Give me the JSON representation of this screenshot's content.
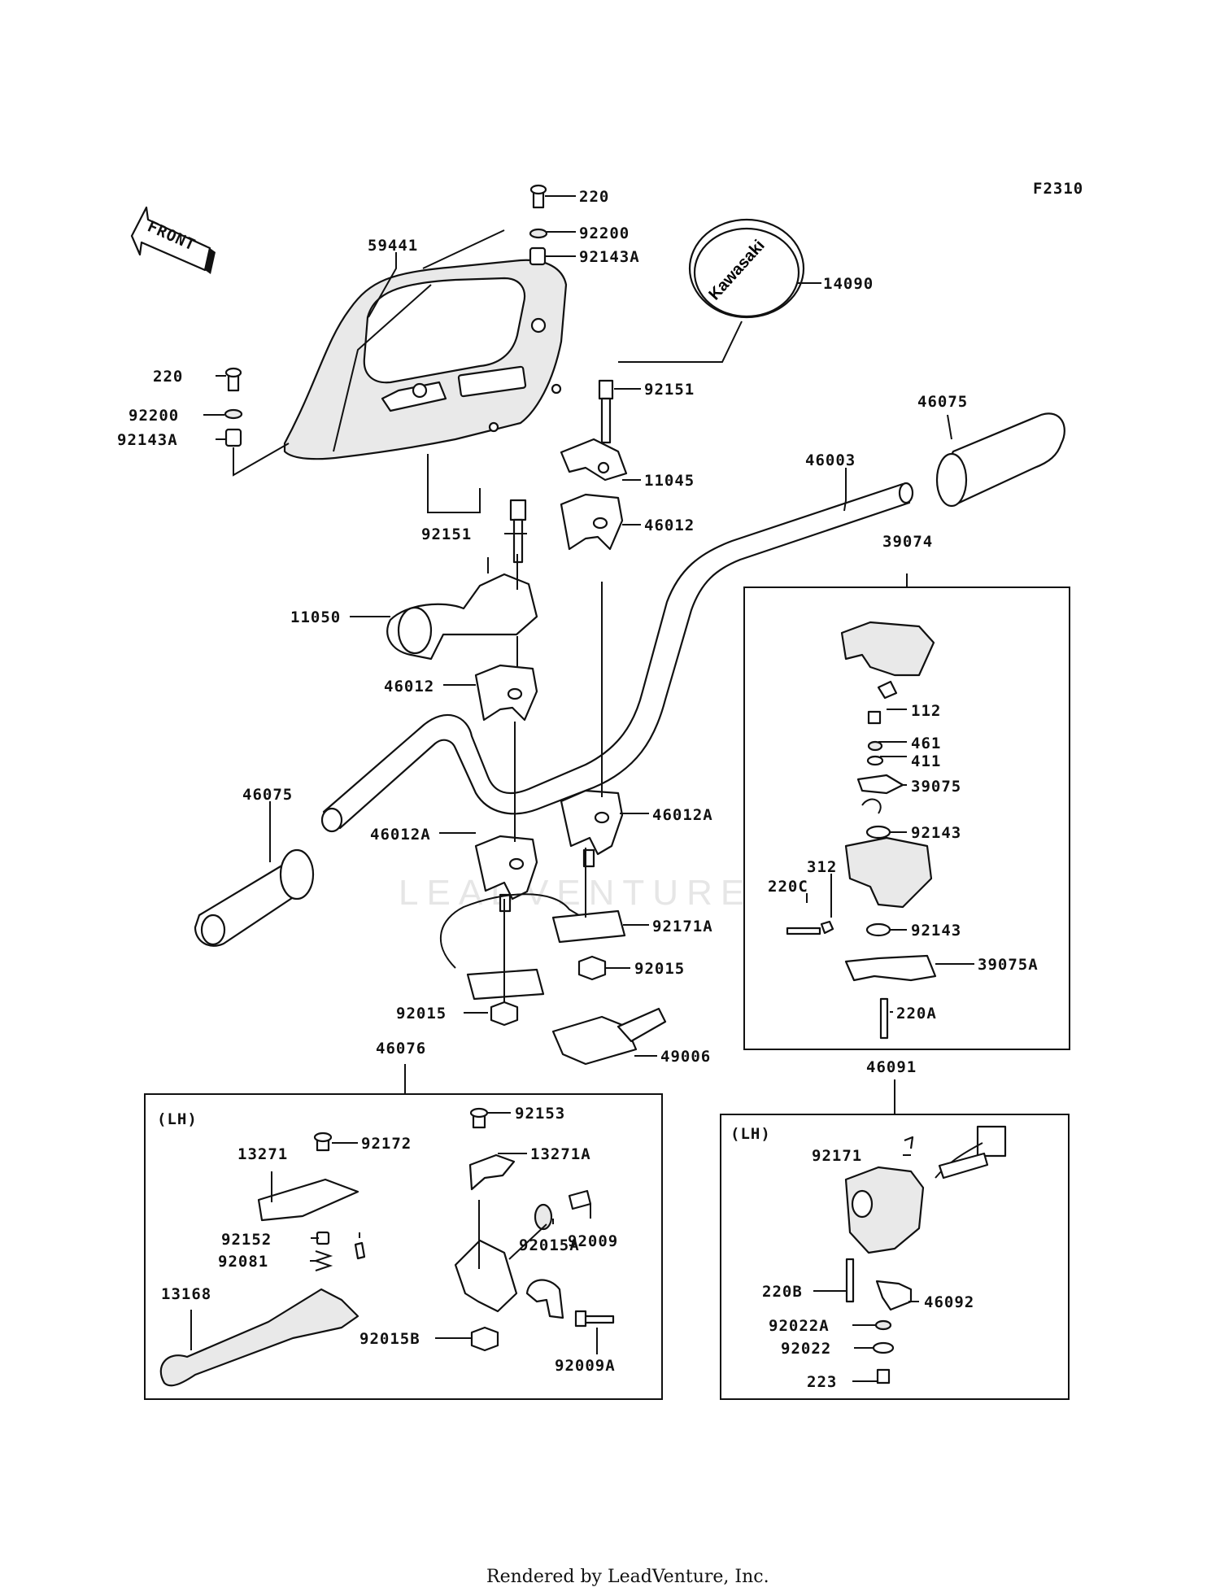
{
  "diagram_code": "F2310",
  "front_arrow_label": "FRONT",
  "logo_text": "Kawasaki",
  "watermark": "LEADVENTURE",
  "footer": "Rendered by LeadVenture, Inc.",
  "groups": {
    "left_lever_side": "(LH)",
    "left_switch_side": "(LH)"
  },
  "callouts": [
    {
      "id": "c1",
      "text": "220"
    },
    {
      "id": "c2",
      "text": "92200"
    },
    {
      "id": "c3",
      "text": "92143A"
    },
    {
      "id": "c4",
      "text": "59441"
    },
    {
      "id": "c5",
      "text": "14090"
    },
    {
      "id": "c6",
      "text": "220"
    },
    {
      "id": "c7",
      "text": "92200"
    },
    {
      "id": "c8",
      "text": "92143A"
    },
    {
      "id": "c9",
      "text": "92151"
    },
    {
      "id": "c10",
      "text": "46075"
    },
    {
      "id": "c11",
      "text": "11045"
    },
    {
      "id": "c12",
      "text": "46003"
    },
    {
      "id": "c13",
      "text": "46012"
    },
    {
      "id": "c14",
      "text": "92151"
    },
    {
      "id": "c15",
      "text": "39074"
    },
    {
      "id": "c16",
      "text": "11050"
    },
    {
      "id": "c17",
      "text": "46012"
    },
    {
      "id": "c18",
      "text": "112"
    },
    {
      "id": "c19",
      "text": "461"
    },
    {
      "id": "c20",
      "text": "411"
    },
    {
      "id": "c21",
      "text": "39075"
    },
    {
      "id": "c22",
      "text": "46075"
    },
    {
      "id": "c23",
      "text": "46012A"
    },
    {
      "id": "c24",
      "text": "46012A"
    },
    {
      "id": "c25",
      "text": "92143"
    },
    {
      "id": "c26",
      "text": "312"
    },
    {
      "id": "c27",
      "text": "220C"
    },
    {
      "id": "c28",
      "text": "92171A"
    },
    {
      "id": "c29",
      "text": "92143"
    },
    {
      "id": "c30",
      "text": "92015"
    },
    {
      "id": "c31",
      "text": "39075A"
    },
    {
      "id": "c32",
      "text": "92015"
    },
    {
      "id": "c33",
      "text": "220A"
    },
    {
      "id": "c34",
      "text": "49006"
    },
    {
      "id": "c35",
      "text": "46076"
    },
    {
      "id": "c36",
      "text": "46091"
    },
    {
      "id": "c37",
      "text": "92153"
    },
    {
      "id": "c38",
      "text": "92172"
    },
    {
      "id": "c39",
      "text": "13271"
    },
    {
      "id": "c40",
      "text": "13271A"
    },
    {
      "id": "c41",
      "text": "92171"
    },
    {
      "id": "c42",
      "text": "92152"
    },
    {
      "id": "c43",
      "text": "92009"
    },
    {
      "id": "c44",
      "text": "92081"
    },
    {
      "id": "c45",
      "text": "92015A"
    },
    {
      "id": "c46",
      "text": "13168"
    },
    {
      "id": "c47",
      "text": "220B"
    },
    {
      "id": "c48",
      "text": "46092"
    },
    {
      "id": "c49",
      "text": "92015B"
    },
    {
      "id": "c50",
      "text": "92022A"
    },
    {
      "id": "c51",
      "text": "92022"
    },
    {
      "id": "c52",
      "text": "92009A"
    },
    {
      "id": "c53",
      "text": "223"
    }
  ]
}
